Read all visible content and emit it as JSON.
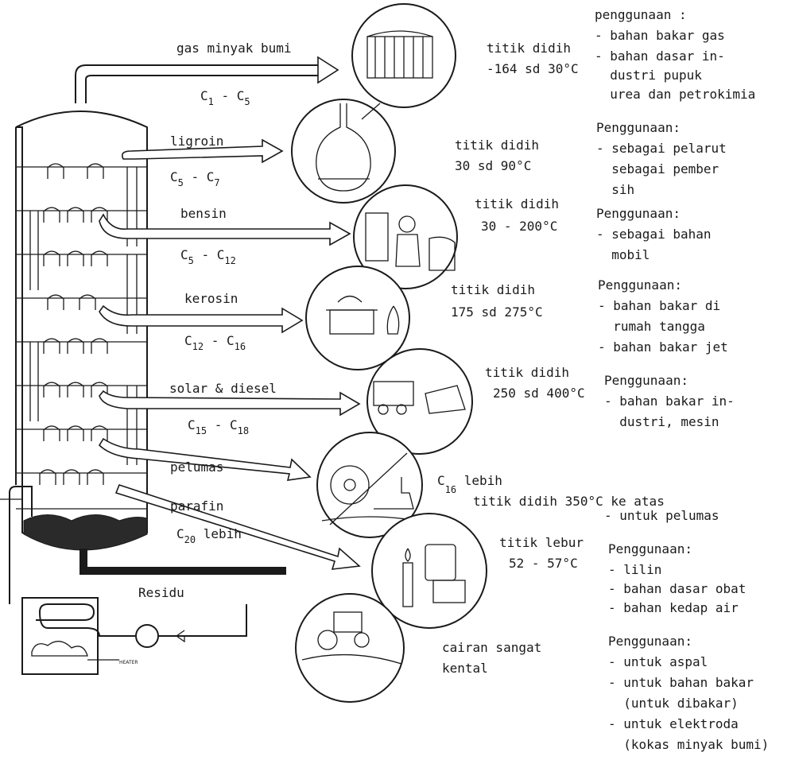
{
  "column": {
    "residue_label": "Residu",
    "heater_label": "HEATER"
  },
  "fractions": [
    {
      "id": "gas",
      "name": "gas minyak bumi",
      "carbon": [
        "C",
        "1",
        " - C",
        "5"
      ],
      "boiling_lines": [
        "titik didih",
        "-164 sd 30°C"
      ],
      "use_lines": [
        "penggunaan :",
        "- bahan bakar gas",
        "- bahan dasar in-",
        "  dustri pupuk",
        "  urea dan petrokimia"
      ]
    },
    {
      "id": "ligroin",
      "name": "ligroin",
      "carbon": [
        "C",
        "5",
        " - C",
        "7"
      ],
      "boiling_lines": [
        "titik didih",
        "30 sd 90°C"
      ],
      "use_lines": [
        "Penggunaan:",
        "- sebagai pelarut",
        "  sebagai pember",
        "  sih"
      ]
    },
    {
      "id": "bensin",
      "name": "bensin",
      "carbon": [
        "C",
        "5",
        " - C",
        "12"
      ],
      "boiling_lines": [
        "titik didih",
        "30 - 200°C"
      ],
      "use_lines": [
        "Penggunaan:",
        "- sebagai bahan",
        "  mobil"
      ]
    },
    {
      "id": "kerosin",
      "name": "kerosin",
      "carbon": [
        "C",
        "12",
        " - C",
        "16"
      ],
      "boiling_lines": [
        "titik didih",
        "175 sd 275°C"
      ],
      "use_lines": [
        "Penggunaan:",
        "- bahan bakar di",
        "  rumah tangga",
        "- bahan bakar jet"
      ]
    },
    {
      "id": "solar",
      "name": "solar & diesel",
      "carbon": [
        "C",
        "15",
        " - C",
        "18"
      ],
      "boiling_lines": [
        "titik didih",
        "250 sd 400°C"
      ],
      "use_lines": [
        "Penggunaan:",
        "- bahan bakar in-",
        "  dustri, mesin"
      ]
    },
    {
      "id": "pelumas",
      "name": "pelumas",
      "carbon": [
        "C",
        "16",
        " lebih",
        ""
      ],
      "boiling_lines": [
        "titik didih 350°C ke atas"
      ],
      "use_lines": [
        "- untuk pelumas"
      ]
    },
    {
      "id": "parafin",
      "name": "parafin",
      "carbon": [
        "C",
        "20",
        " lebih",
        ""
      ],
      "boiling_lines": [
        "titik lebur",
        "52 - 57°C"
      ],
      "use_lines": [
        "Penggunaan:",
        "- lilin",
        "- bahan dasar obat",
        "- bahan kedap air"
      ]
    },
    {
      "id": "residu",
      "name": "Residu",
      "carbon": [],
      "boiling_lines": [
        "cairan sangat",
        "kental"
      ],
      "use_lines": [
        "Penggunaan:",
        "- untuk aspal",
        "- untuk bahan bakar",
        "  (untuk dibakar)",
        "- untuk elektroda",
        "  (kokas minyak bumi)"
      ]
    }
  ],
  "picture_names": [
    "gas-holder-tank-icon",
    "flask-icon",
    "car-refuel-icon",
    "kerosene-stove-icon",
    "truck-icon",
    "gear-ship-icon",
    "candle-jar-icon",
    "road-roller-icon"
  ]
}
